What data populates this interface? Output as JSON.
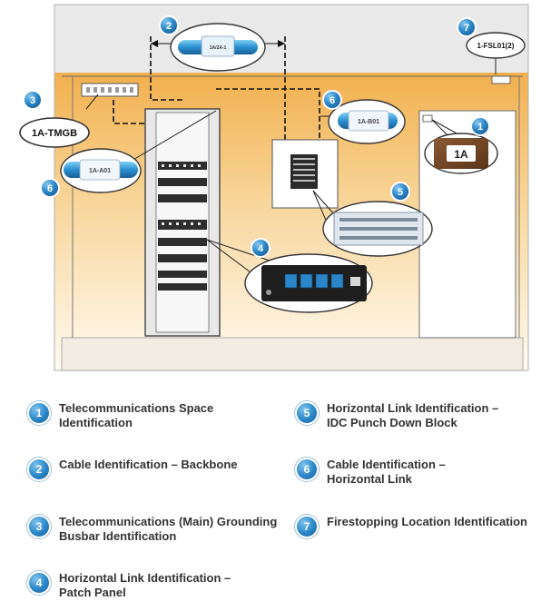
{
  "diagram": {
    "callouts": [
      {
        "num": "1",
        "tag_text": "1A"
      },
      {
        "num": "2",
        "tag_text": "1A/2A-1"
      },
      {
        "num": "3",
        "tag_text": "1A-TMGB"
      },
      {
        "num": "4",
        "tag_text": ""
      },
      {
        "num": "5",
        "tag_text": ""
      },
      {
        "num": "6",
        "tag_text": "1A-B01"
      },
      {
        "num": "6",
        "tag_text": "1A-A01"
      },
      {
        "num": "7",
        "tag_text": "1-FSL01(2)"
      }
    ]
  },
  "legend": [
    {
      "num": "1",
      "line1": "Telecommunications Space",
      "line2": "Identification"
    },
    {
      "num": "2",
      "line1": "Cable Identification – Backbone",
      "line2": ""
    },
    {
      "num": "3",
      "line1": "Telecommunications (Main) Grounding",
      "line2": "Busbar Identification"
    },
    {
      "num": "4",
      "line1": "Horizontal Link Identification –",
      "line2": "Patch Panel"
    },
    {
      "num": "5",
      "line1": "Horizontal Link Identification –",
      "line2": "IDC Punch Down Block"
    },
    {
      "num": "6",
      "line1": "Cable Identification –",
      "line2": "Horizontal Link"
    },
    {
      "num": "7",
      "line1": "Firestopping Location Identification",
      "line2": ""
    }
  ],
  "colors": {
    "wall_top": "#f4b95a",
    "wall_bottom": "#fff7e8",
    "badge": "#2a86c8",
    "label_text": "#333333"
  }
}
